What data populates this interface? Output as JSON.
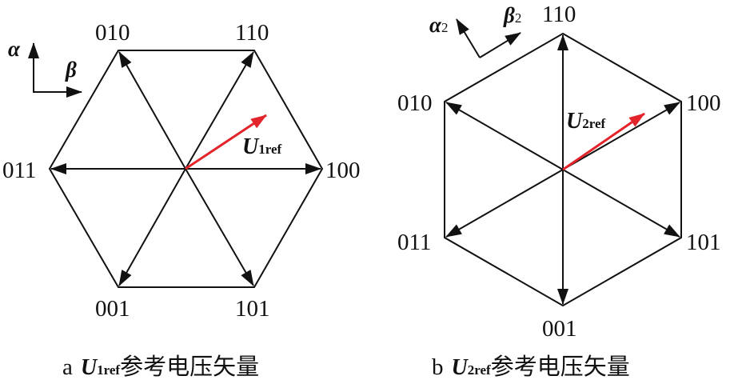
{
  "figure_a": {
    "vectors": {
      "v100": "100",
      "v110": "110",
      "v010": "010",
      "v011": "011",
      "v001": "001",
      "v101": "101"
    },
    "axis_alpha": "α",
    "axis_beta": "β",
    "ref_U": "U",
    "ref_sub": "1ref",
    "ref_color": "#e3242b",
    "caption_letter": "a",
    "caption_U": "U",
    "caption_sub": "1ref",
    "caption_text": "参考电压矢量"
  },
  "figure_b": {
    "vectors": {
      "v110": "110",
      "v100": "100",
      "v101": "101",
      "v001": "001",
      "v011": "011",
      "v010": "010"
    },
    "axis_alpha": "α",
    "axis_alpha_sub": "2",
    "axis_beta": "β",
    "axis_beta_sub": "2",
    "ref_U": "U",
    "ref_sub": "2ref",
    "ref_color": "#e3242b",
    "caption_letter": "b",
    "caption_U": "U",
    "caption_sub": "2ref",
    "caption_text": "参考电压矢量"
  }
}
